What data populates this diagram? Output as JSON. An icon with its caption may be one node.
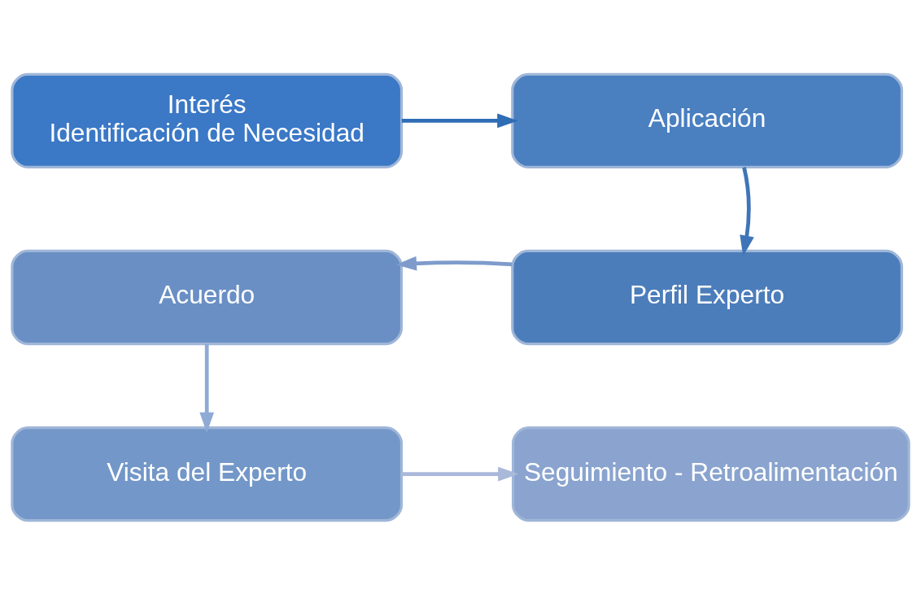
{
  "diagram": {
    "nodes": [
      {
        "text": [
          "Interés",
          "Identificación de Necesidad"
        ]
      },
      {
        "text": [
          "Aplicación"
        ]
      },
      {
        "text": [
          "Perfil Experto"
        ]
      },
      {
        "text": [
          "Acuerdo"
        ]
      },
      {
        "text": [
          "Visita del Experto"
        ]
      },
      {
        "text": [
          "Seguimiento - Retroalimentación"
        ]
      }
    ],
    "edges": [
      {
        "from": 0,
        "to": 1,
        "arrow": "to",
        "color": "#2f6db5"
      },
      {
        "from": 1,
        "to": 2,
        "arrow": "to",
        "color": "#3f75b8"
      },
      {
        "from": 2,
        "to": 3,
        "arrow": "to",
        "color": "#7e9bcb"
      },
      {
        "from": 3,
        "to": 4,
        "arrow": "to",
        "color": "#8eaad5"
      },
      {
        "from": 4,
        "to": 5,
        "arrow": "to",
        "color": "#aab8da"
      }
    ]
  }
}
